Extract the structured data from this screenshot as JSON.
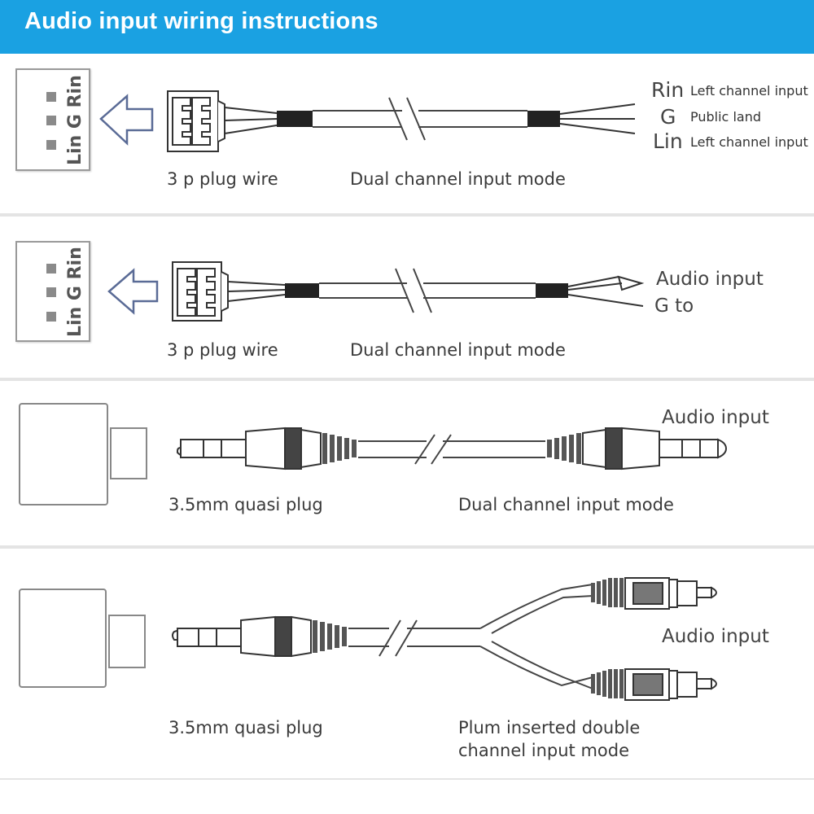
{
  "header": {
    "title": "Audio input wiring instructions"
  },
  "colors": {
    "header_bg": "#1aa1e2",
    "separator": "#e4e4e4",
    "line": "#333333"
  },
  "sections": [
    {
      "connector_label": "Lin G Rin",
      "left_label": "3 p plug wire",
      "mode_label": "Dual channel input mode",
      "pins": [
        {
          "big": "Rin",
          "small": "Left channel input"
        },
        {
          "big": "G",
          "small": "Public land"
        },
        {
          "big": "Lin",
          "small": "Left channel input"
        }
      ]
    },
    {
      "connector_label": "Lin G Rin",
      "left_label": "3 p plug wire",
      "mode_label": "Dual channel input mode",
      "right_labels": [
        "Audio input",
        "G to"
      ]
    },
    {
      "left_label": "3.5mm quasi plug",
      "mode_label": "Dual channel input mode",
      "right_label": "Audio input"
    },
    {
      "left_label": "3.5mm quasi plug",
      "mode_label_line1": "Plum inserted double",
      "mode_label_line2": "channel input mode",
      "right_label": "Audio input"
    }
  ],
  "icons": [
    "arrow-left-icon",
    "3pin-plug-icon",
    "jack-plug-icon",
    "rca-plug-icon",
    "device-port-icon"
  ]
}
